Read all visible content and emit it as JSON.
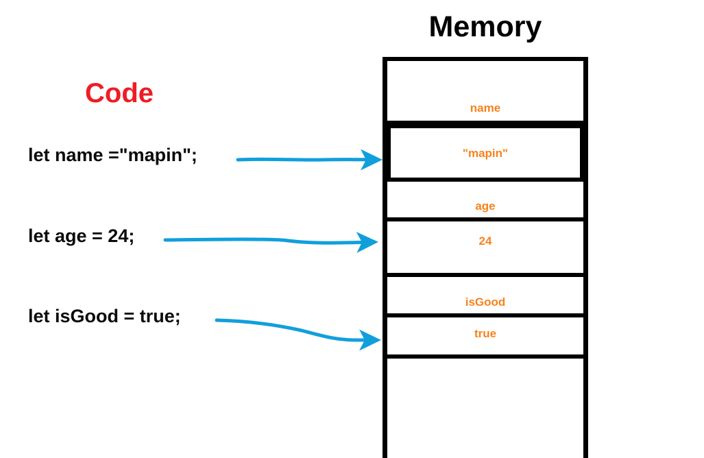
{
  "diagram": {
    "title_code": "Code",
    "title_memory": "Memory",
    "colors": {
      "code_title": "#ee1c25",
      "code_text": "#0b0b0b",
      "memory_title": "#000000",
      "memory_value_text": "#f7821b",
      "memory_border": "#000000",
      "arrow": "#119fdc",
      "background": "#ffffff"
    }
  },
  "code": {
    "lines": [
      {
        "text": "let name =\"mapin\";",
        "variable": "name",
        "value": "\"mapin\""
      },
      {
        "text": "let age = 24;",
        "variable": "age",
        "value": "24"
      },
      {
        "text": "let isGood = true;",
        "variable": "isGood",
        "value": "true"
      }
    ]
  },
  "memory": {
    "cells": [
      {
        "label": "name",
        "kind": "identifier",
        "highlighted": false
      },
      {
        "label": "\"mapin\"",
        "kind": "value",
        "highlighted": true
      },
      {
        "label": "age",
        "kind": "identifier",
        "highlighted": false
      },
      {
        "label": "24",
        "kind": "value",
        "highlighted": false
      },
      {
        "label": "isGood",
        "kind": "identifier",
        "highlighted": false
      },
      {
        "label": "true",
        "kind": "value",
        "highlighted": false
      },
      {
        "label": "",
        "kind": "empty",
        "highlighted": false
      }
    ]
  },
  "arrows": [
    {
      "from_code_line": 0,
      "to_cell": 1,
      "label": ""
    },
    {
      "from_code_line": 1,
      "to_cell": 3,
      "label": ""
    },
    {
      "from_code_line": 2,
      "to_cell": 5,
      "label": ""
    }
  ]
}
